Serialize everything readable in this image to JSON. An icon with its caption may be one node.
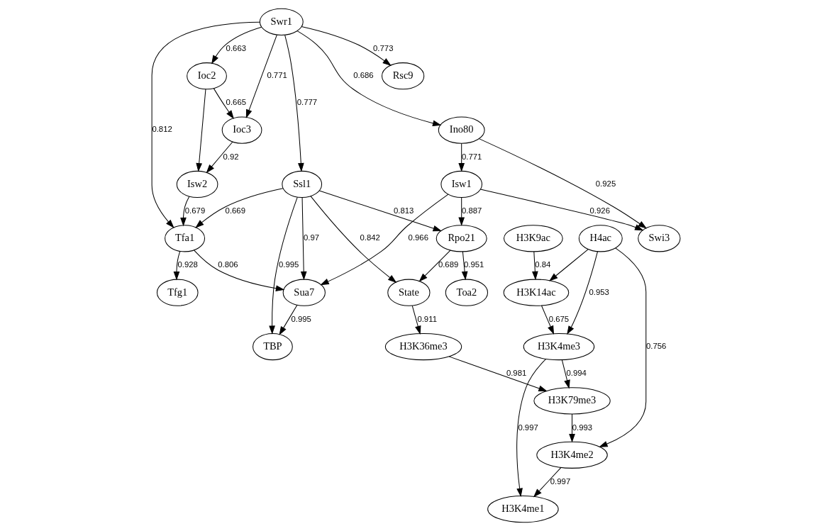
{
  "diagram": {
    "nodes": [
      {
        "text": [
          "Swr1"
        ]
      },
      {
        "text": [
          "Ioc2"
        ]
      },
      {
        "text": [
          "Rsc9"
        ]
      },
      {
        "text": [
          "Ioc3"
        ]
      },
      {
        "text": [
          "Ino80"
        ]
      },
      {
        "text": [
          "Isw2"
        ]
      },
      {
        "text": [
          "Ssl1"
        ]
      },
      {
        "text": [
          "Isw1"
        ]
      },
      {
        "text": [
          "Tfa1"
        ]
      },
      {
        "text": [
          "Rpo21"
        ]
      },
      {
        "text": [
          "Swi3"
        ]
      },
      {
        "text": [
          "Tfg1"
        ]
      },
      {
        "text": [
          "Sua7"
        ]
      },
      {
        "text": [
          "State"
        ]
      },
      {
        "text": [
          "Toa2"
        ]
      },
      {
        "text": [
          "TBP"
        ]
      },
      {
        "text": [
          "H3K36me3"
        ]
      },
      {
        "text": [
          "H4ac"
        ]
      },
      {
        "text": [
          "H3K9ac"
        ]
      },
      {
        "text": [
          "H3K14ac"
        ]
      },
      {
        "text": [
          "H3K4me3"
        ]
      },
      {
        "text": [
          "H3K79me3"
        ]
      },
      {
        "text": [
          "H3K4me2"
        ]
      },
      {
        "text": [
          "H3K4me1"
        ]
      }
    ],
    "edges": [
      {
        "from": 0,
        "to": 1,
        "arrow": "to",
        "label": "0.663"
      },
      {
        "from": 0,
        "to": 2,
        "arrow": "to",
        "label": "0.773"
      },
      {
        "from": 0,
        "to": 3,
        "arrow": "to",
        "label": "0.771"
      },
      {
        "from": 0,
        "to": 4,
        "arrow": "to",
        "label": "0.686"
      },
      {
        "from": 0,
        "to": 6,
        "arrow": "to",
        "label": "0.777"
      },
      {
        "from": 0,
        "to": 8,
        "arrow": "to",
        "label": "0.812"
      },
      {
        "from": 1,
        "to": 3,
        "arrow": "to",
        "label": "0.665"
      },
      {
        "from": 1,
        "to": 5,
        "arrow": "to"
      },
      {
        "from": 3,
        "to": 5,
        "arrow": "to",
        "label": "0.92"
      },
      {
        "from": 4,
        "to": 7,
        "arrow": "to",
        "label": "0.771"
      },
      {
        "from": 4,
        "to": 10,
        "arrow": "to",
        "label": "0.925"
      },
      {
        "from": 7,
        "to": 10,
        "arrow": "to",
        "label": "0.926"
      },
      {
        "from": 7,
        "to": 9,
        "arrow": "to",
        "label": "0.887"
      },
      {
        "from": 7,
        "to": 12,
        "arrow": "to",
        "label": "0.966"
      },
      {
        "from": 5,
        "to": 8,
        "arrow": "to",
        "label": "0.679"
      },
      {
        "from": 6,
        "to": 8,
        "arrow": "to",
        "label": "0.669"
      },
      {
        "from": 6,
        "to": 9,
        "arrow": "to",
        "label": "0.813"
      },
      {
        "from": 6,
        "to": 12,
        "arrow": "to",
        "label": "0.97"
      },
      {
        "from": 6,
        "to": 13,
        "arrow": "to",
        "label": "0.842"
      },
      {
        "from": 6,
        "to": 15,
        "arrow": "to",
        "label": "0.995"
      },
      {
        "from": 8,
        "to": 11,
        "arrow": "to",
        "label": "0.928"
      },
      {
        "from": 8,
        "to": 12,
        "arrow": "to",
        "label": "0.806"
      },
      {
        "from": 9,
        "to": 13,
        "arrow": "to",
        "label": "0.689"
      },
      {
        "from": 9,
        "to": 14,
        "arrow": "to",
        "label": "0.951"
      },
      {
        "from": 12,
        "to": 15,
        "arrow": "to",
        "label": "0.995"
      },
      {
        "from": 13,
        "to": 16,
        "arrow": "to",
        "label": "0.911"
      },
      {
        "from": 16,
        "to": 21,
        "arrow": "to",
        "label": "0.981"
      },
      {
        "from": 17,
        "to": 19,
        "arrow": "to"
      },
      {
        "from": 17,
        "to": 20,
        "arrow": "to",
        "label": "0.953"
      },
      {
        "from": 17,
        "to": 22,
        "arrow": "to",
        "label": "0.756"
      },
      {
        "from": 18,
        "to": 19,
        "arrow": "to",
        "label": "0.84"
      },
      {
        "from": 19,
        "to": 20,
        "arrow": "to",
        "label": "0.675"
      },
      {
        "from": 20,
        "to": 21,
        "arrow": "to",
        "label": "0.994"
      },
      {
        "from": 20,
        "to": 23,
        "arrow": "to",
        "label": "0.997"
      },
      {
        "from": 21,
        "to": 22,
        "arrow": "to",
        "label": "0.993"
      },
      {
        "from": 22,
        "to": 23,
        "arrow": "to",
        "label": "0.997"
      }
    ]
  }
}
